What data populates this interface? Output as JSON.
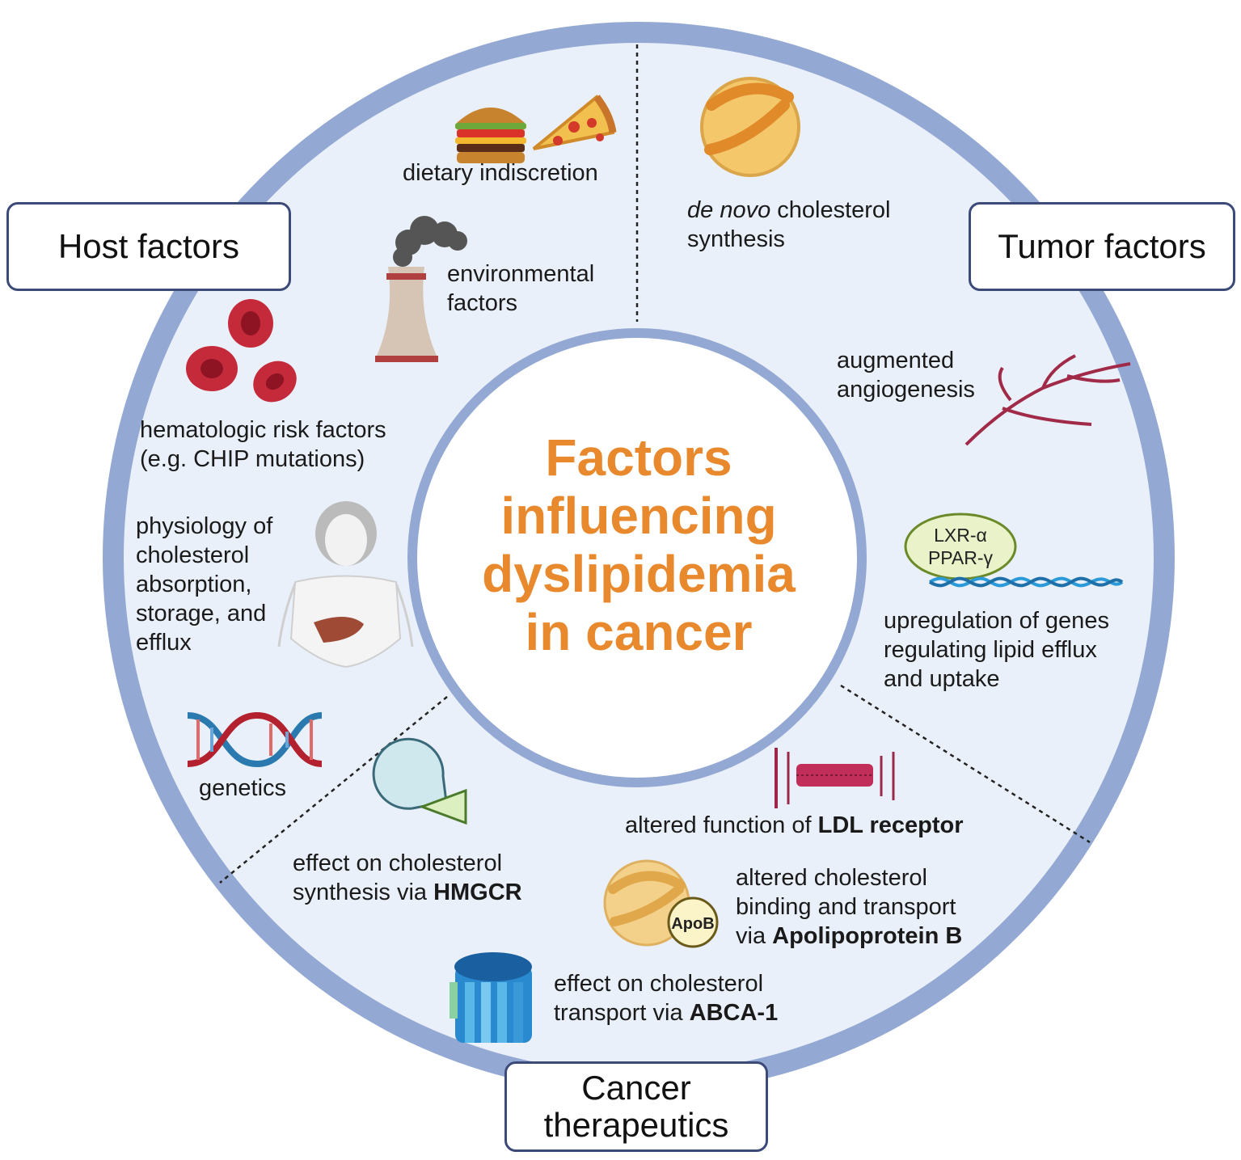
{
  "colors": {
    "ring": "#93a8d2",
    "inner_bg": "#eaf0f9",
    "center_border": "#93a8d2",
    "title": "#e8892e",
    "box_border": "#3c4a78"
  },
  "center_title": [
    "Factors",
    "influencing",
    "dyslipidemia",
    "in cancer"
  ],
  "categories": {
    "host": "Host factors",
    "tumor": "Tumor factors",
    "therapeutics": [
      "Cancer",
      "therapeutics"
    ]
  },
  "host_factors": {
    "dietary": "dietary indiscretion",
    "environmental": [
      "environmental",
      "factors"
    ],
    "hematologic": [
      "hematologic risk factors",
      "(e.g. CHIP mutations)"
    ],
    "physiology": [
      "physiology of",
      "cholesterol",
      "absorption,",
      "storage, and",
      "efflux"
    ],
    "genetics": "genetics"
  },
  "tumor_factors": {
    "de_novo": {
      "italic": "de novo",
      "rest": " cholesterol",
      "line2": "synthesis"
    },
    "angiogenesis": [
      "augmented",
      "angiogenesis"
    ],
    "receptors": [
      "LXR-α",
      "PPAR-γ"
    ],
    "genes": [
      "upregulation of genes",
      "regulating lipid efflux",
      "and uptake"
    ]
  },
  "therapeutics": {
    "ldl": {
      "text": "altered function of ",
      "bold": "LDL receptor"
    },
    "hmgcr": {
      "line1": "effect on cholesterol",
      "text": "synthesis via ",
      "bold": "HMGCR"
    },
    "apob": {
      "line1": "altered cholesterol",
      "line2": "binding and transport",
      "text": "via ",
      "bold": "Apolipoprotein B",
      "badge": "ApoB"
    },
    "abca": {
      "line1": "effect on cholesterol",
      "text": "transport via ",
      "bold": "ABCA-1"
    }
  },
  "icons": {
    "burger": "burger-icon",
    "pizza": "pizza-icon",
    "factory": "factory-smokestack-icon",
    "blood_cells": "red-blood-cell-icon",
    "body": "human-body-liver-icon",
    "dna": "dna-helix-icon",
    "lipoprotein": "lipoprotein-particle-icon",
    "vessels": "blood-vessel-icon",
    "dna_blue": "dna-helix-icon",
    "pacman": "enzyme-inhibitor-icon",
    "ldl_receptor": "ldl-receptor-icon",
    "abca_transporter": "abca-transporter-icon"
  }
}
